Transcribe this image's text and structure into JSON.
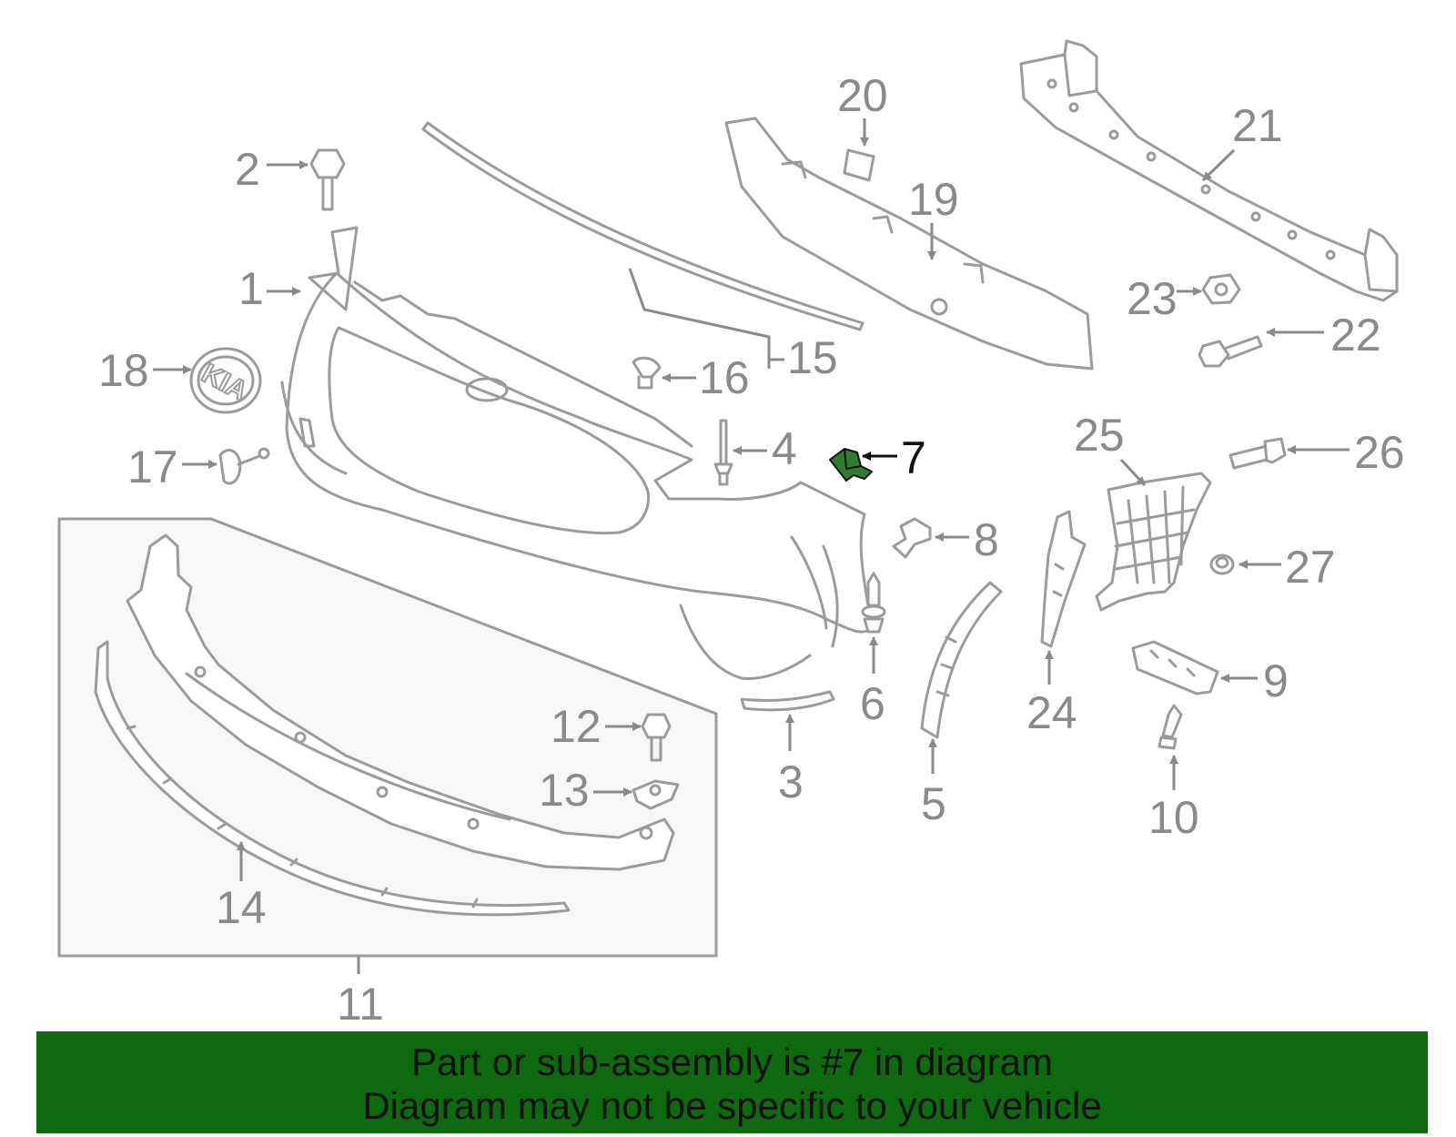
{
  "diagram": {
    "highlight_color": "#2e7d32",
    "banner_color": "#0e6a0e",
    "callouts": {
      "c1": "1",
      "c2": "2",
      "c3": "3",
      "c4": "4",
      "c5": "5",
      "c6": "6",
      "c7": "7",
      "c8": "8",
      "c9": "9",
      "c10": "10",
      "c11": "11",
      "c12": "12",
      "c13": "13",
      "c14": "14",
      "c15": "15",
      "c16": "16",
      "c17": "17",
      "c18": "18",
      "c19": "19",
      "c20": "20",
      "c21": "21",
      "c22": "22",
      "c23": "23",
      "c24": "24",
      "c25": "25",
      "c26": "26",
      "c27": "27"
    },
    "emblem_text": "KIA",
    "highlighted_part": "7"
  },
  "banner": {
    "line1": "Part or sub-assembly is #7 in diagram",
    "line2": "Diagram may not be specific to your vehicle"
  }
}
